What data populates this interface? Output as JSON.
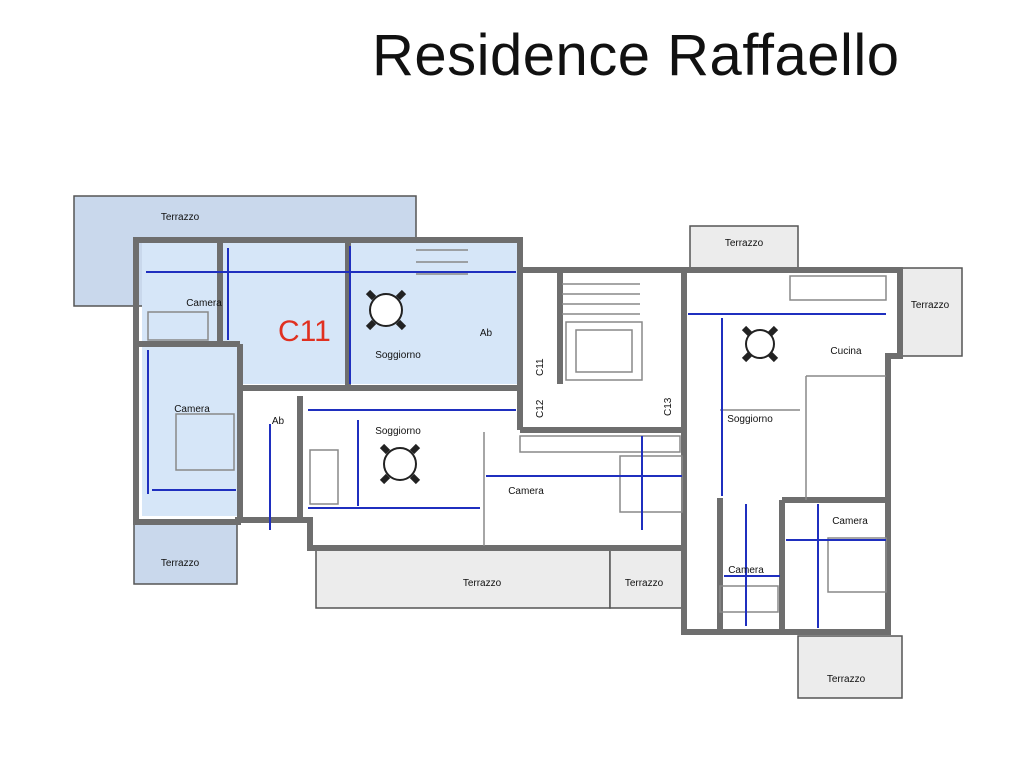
{
  "title": "Residence Raffaello",
  "colors": {
    "terrace_blue": "#c9d8ec",
    "unit_blue": "#d6e6f8",
    "wall": "#6e6e6e",
    "dimension_line": "#1f2fbf",
    "unit_code": "#e03020"
  },
  "rooms": [
    {
      "label": "Terrazzo"
    },
    {
      "label": "Terrazzo"
    },
    {
      "label": "Terrazzo"
    },
    {
      "label": "Terrazzo"
    },
    {
      "label": "Terrazzo"
    },
    {
      "label": "Terrazzo"
    },
    {
      "label": "Terrazzo"
    },
    {
      "label": "Camera"
    },
    {
      "label": "Camera"
    },
    {
      "label": "Camera"
    },
    {
      "label": "Camera"
    },
    {
      "label": "Camera"
    },
    {
      "label": "Soggiorno"
    },
    {
      "label": "Soggiorno"
    },
    {
      "label": "Soggiorno"
    },
    {
      "label": "Ab"
    },
    {
      "label": "Ab"
    },
    {
      "label": "Cucina"
    }
  ],
  "unit_codes": [
    "C11",
    "C12",
    "C13"
  ],
  "highlight_unit": "C11"
}
